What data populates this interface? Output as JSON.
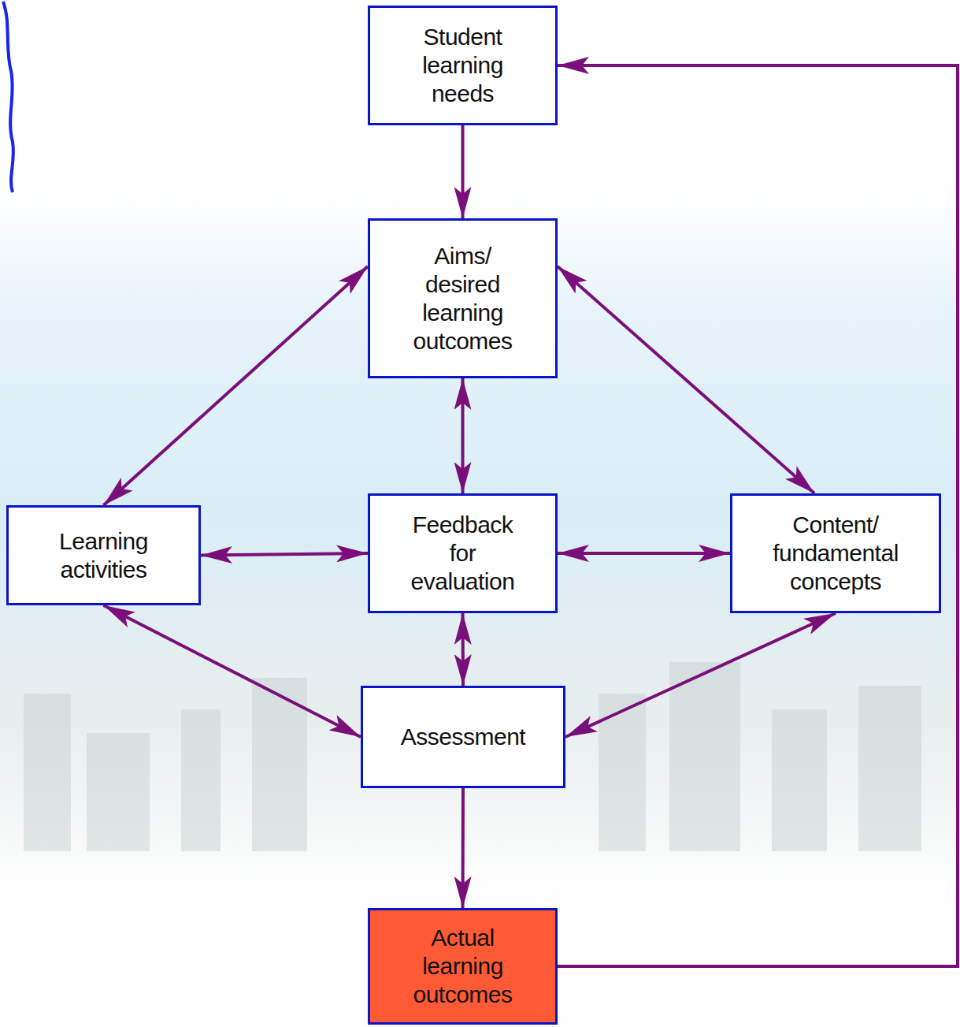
{
  "diagram": {
    "nodes": [
      {
        "text": [
          "Student learning needs"
        ]
      },
      {
        "text": [
          "Aims/ desired learning outcomes"
        ]
      },
      {
        "text": [
          "Learning activities"
        ]
      },
      {
        "text": [
          "Feedback for evaluation"
        ]
      },
      {
        "text": [
          "Content/ fundamental concepts"
        ]
      },
      {
        "text": [
          "Assessment"
        ]
      },
      {
        "text": [
          "Actual learning outcomes"
        ]
      }
    ],
    "edges": [
      {
        "from": 0,
        "to": 1,
        "arrow": "to"
      },
      {
        "from": 1,
        "to": 2,
        "arrow": "both"
      },
      {
        "from": 1,
        "to": 3,
        "arrow": "both"
      },
      {
        "from": 1,
        "to": 4,
        "arrow": "both"
      },
      {
        "from": 2,
        "to": 3,
        "arrow": "both"
      },
      {
        "from": 3,
        "to": 4,
        "arrow": "both"
      },
      {
        "from": 2,
        "to": 5,
        "arrow": "both"
      },
      {
        "from": 3,
        "to": 5,
        "arrow": "both"
      },
      {
        "from": 4,
        "to": 5,
        "arrow": "both"
      },
      {
        "from": 5,
        "to": 6,
        "arrow": "to"
      },
      {
        "from": 6,
        "to": 0,
        "arrow": "to"
      }
    ]
  }
}
